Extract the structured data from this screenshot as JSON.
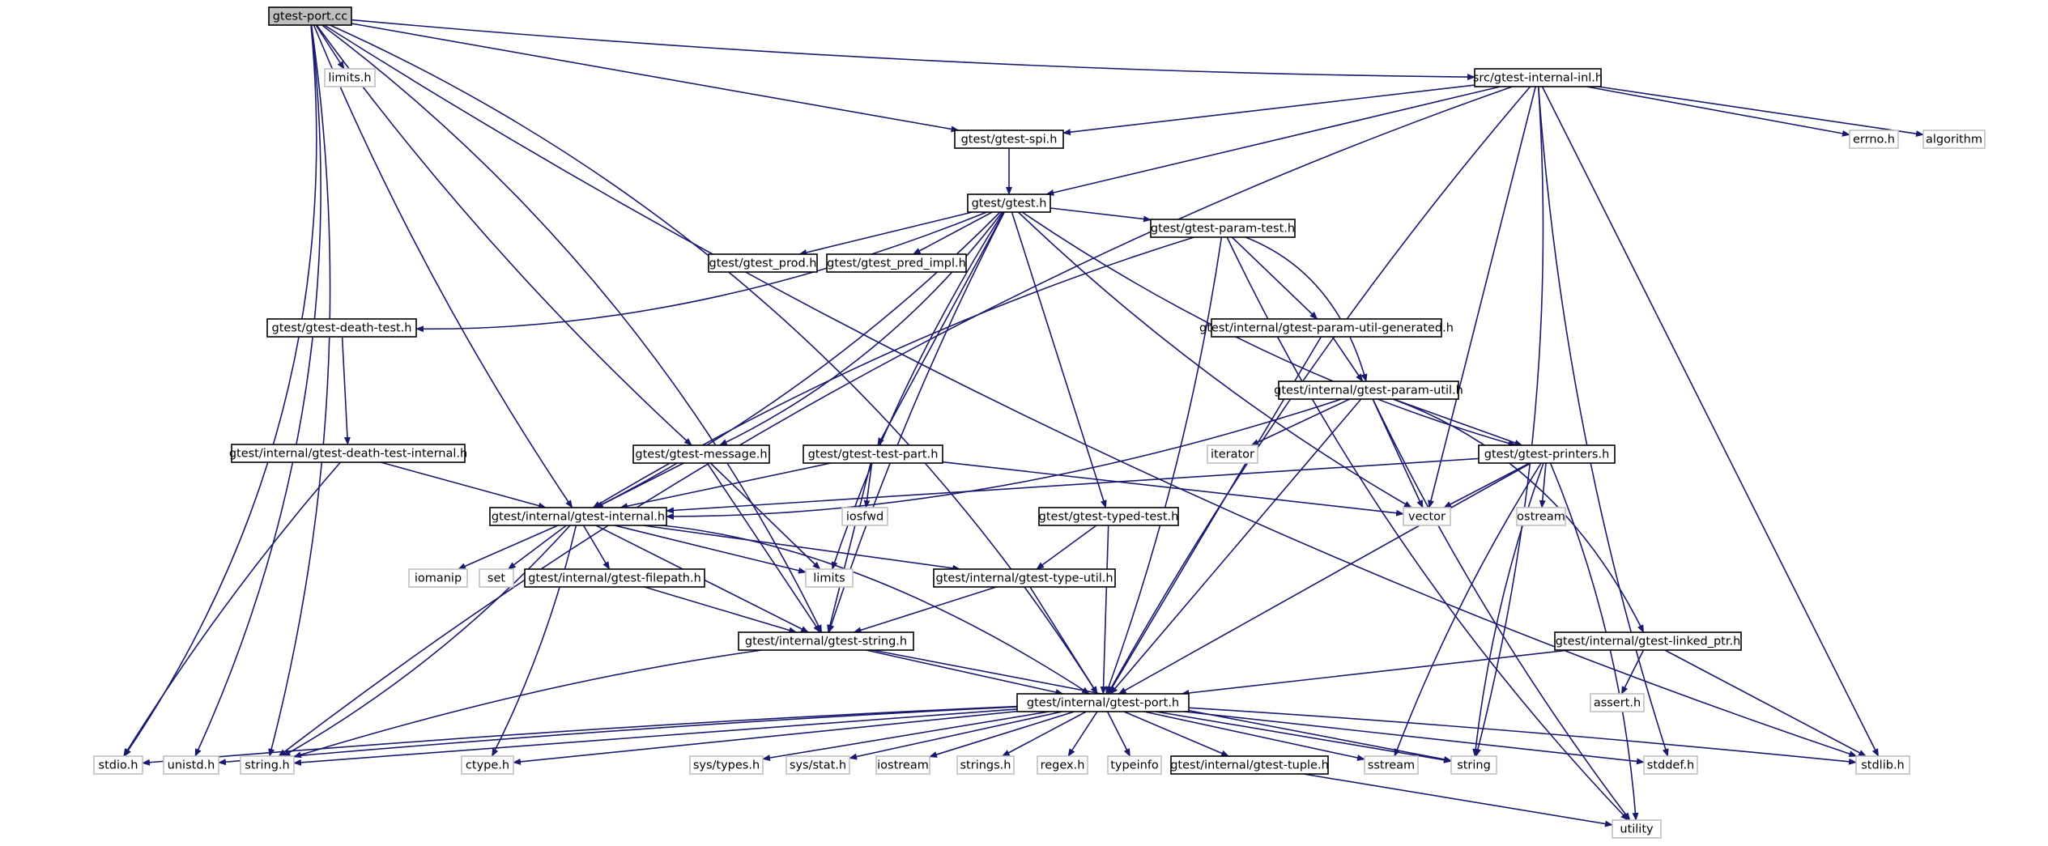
{
  "colors": {
    "edge": "#191970",
    "root_fill": "#bfbfbf",
    "root_stroke": "#000000",
    "node_fill": "#ffffff",
    "node_stroke": "#000000",
    "system_stroke": "#bfbfbf",
    "text": "#000000",
    "system_text": "#000000"
  },
  "nodes": [
    {
      "id": "gtest_port_cc",
      "label": "gtest-port.cc",
      "kind": "root"
    },
    {
      "id": "limits_h",
      "label": "limits.h",
      "kind": "system"
    },
    {
      "id": "inl_h",
      "label": "src/gtest-internal-inl.h",
      "kind": "header"
    },
    {
      "id": "spi_h",
      "label": "gtest/gtest-spi.h",
      "kind": "header"
    },
    {
      "id": "errno_h",
      "label": "errno.h",
      "kind": "system"
    },
    {
      "id": "algorithm",
      "label": "algorithm",
      "kind": "system"
    },
    {
      "id": "gtest_h",
      "label": "gtest/gtest.h",
      "kind": "header"
    },
    {
      "id": "prod_h",
      "label": "gtest/gtest_prod.h",
      "kind": "header"
    },
    {
      "id": "pred_impl_h",
      "label": "gtest/gtest_pred_impl.h",
      "kind": "header"
    },
    {
      "id": "param_test_h",
      "label": "gtest/gtest-param-test.h",
      "kind": "header"
    },
    {
      "id": "death_test_h",
      "label": "gtest/gtest-death-test.h",
      "kind": "header"
    },
    {
      "id": "param_util_gen_h",
      "label": "gtest/internal/gtest-param-util-generated.h",
      "kind": "header"
    },
    {
      "id": "param_util_h",
      "label": "gtest/internal/gtest-param-util.h",
      "kind": "header"
    },
    {
      "id": "iterator",
      "label": "iterator",
      "kind": "system"
    },
    {
      "id": "death_internal_h",
      "label": "gtest/internal/gtest-death-test-internal.h",
      "kind": "header"
    },
    {
      "id": "message_h",
      "label": "gtest/gtest-message.h",
      "kind": "header"
    },
    {
      "id": "test_part_h",
      "label": "gtest/gtest-test-part.h",
      "kind": "header"
    },
    {
      "id": "printers_h",
      "label": "gtest/gtest-printers.h",
      "kind": "header"
    },
    {
      "id": "internal_h",
      "label": "gtest/internal/gtest-internal.h",
      "kind": "header"
    },
    {
      "id": "iosfwd",
      "label": "iosfwd",
      "kind": "system"
    },
    {
      "id": "typed_test_h",
      "label": "gtest/gtest-typed-test.h",
      "kind": "header"
    },
    {
      "id": "vector",
      "label": "vector",
      "kind": "system"
    },
    {
      "id": "ostream",
      "label": "ostream",
      "kind": "system"
    },
    {
      "id": "iomanip",
      "label": "iomanip",
      "kind": "system"
    },
    {
      "id": "set",
      "label": "set",
      "kind": "system"
    },
    {
      "id": "filepath_h",
      "label": "gtest/internal/gtest-filepath.h",
      "kind": "header"
    },
    {
      "id": "limits",
      "label": "limits",
      "kind": "system"
    },
    {
      "id": "type_util_h",
      "label": "gtest/internal/gtest-type-util.h",
      "kind": "header"
    },
    {
      "id": "string_h_int",
      "label": "gtest/internal/gtest-string.h",
      "kind": "header"
    },
    {
      "id": "linked_ptr_h",
      "label": "gtest/internal/gtest-linked_ptr.h",
      "kind": "header"
    },
    {
      "id": "assert_h",
      "label": "assert.h",
      "kind": "system"
    },
    {
      "id": "port_h",
      "label": "gtest/internal/gtest-port.h",
      "kind": "header"
    },
    {
      "id": "stdio_h",
      "label": "stdio.h",
      "kind": "system"
    },
    {
      "id": "unistd_h",
      "label": "unistd.h",
      "kind": "system"
    },
    {
      "id": "string_h",
      "label": "string.h",
      "kind": "system"
    },
    {
      "id": "ctype_h",
      "label": "ctype.h",
      "kind": "system"
    },
    {
      "id": "sys_types_h",
      "label": "sys/types.h",
      "kind": "system"
    },
    {
      "id": "sys_stat_h",
      "label": "sys/stat.h",
      "kind": "system"
    },
    {
      "id": "iostream",
      "label": "iostream",
      "kind": "system"
    },
    {
      "id": "strings_h",
      "label": "strings.h",
      "kind": "system"
    },
    {
      "id": "regex_h",
      "label": "regex.h",
      "kind": "system"
    },
    {
      "id": "typeinfo",
      "label": "typeinfo",
      "kind": "system"
    },
    {
      "id": "tuple_h",
      "label": "gtest/internal/gtest-tuple.h",
      "kind": "header"
    },
    {
      "id": "sstream",
      "label": "sstream",
      "kind": "system"
    },
    {
      "id": "string",
      "label": "string",
      "kind": "system"
    },
    {
      "id": "stddef_h",
      "label": "stddef.h",
      "kind": "system"
    },
    {
      "id": "stdlib_h",
      "label": "stdlib.h",
      "kind": "system"
    },
    {
      "id": "utility",
      "label": "utility",
      "kind": "system"
    }
  ],
  "edges": [
    [
      "gtest_port_cc",
      "limits_h"
    ],
    [
      "gtest_port_cc",
      "inl_h"
    ],
    [
      "gtest_port_cc",
      "spi_h"
    ],
    [
      "gtest_port_cc",
      "message_h"
    ],
    [
      "gtest_port_cc",
      "internal_h"
    ],
    [
      "gtest_port_cc",
      "string_h_int"
    ],
    [
      "gtest_port_cc",
      "port_h"
    ],
    [
      "gtest_port_cc",
      "stdio_h"
    ],
    [
      "gtest_port_cc",
      "unistd_h"
    ],
    [
      "gtest_port_cc",
      "string_h"
    ],
    [
      "gtest_port_cc",
      "stdlib_h"
    ],
    [
      "inl_h",
      "spi_h"
    ],
    [
      "inl_h",
      "gtest_h"
    ],
    [
      "inl_h",
      "errno_h"
    ],
    [
      "inl_h",
      "algorithm"
    ],
    [
      "inl_h",
      "vector"
    ],
    [
      "inl_h",
      "port_h"
    ],
    [
      "inl_h",
      "string"
    ],
    [
      "inl_h",
      "stddef_h"
    ],
    [
      "inl_h",
      "stdlib_h"
    ],
    [
      "inl_h",
      "string_h"
    ],
    [
      "spi_h",
      "gtest_h"
    ],
    [
      "gtest_h",
      "prod_h"
    ],
    [
      "gtest_h",
      "pred_impl_h"
    ],
    [
      "gtest_h",
      "param_test_h"
    ],
    [
      "gtest_h",
      "death_test_h"
    ],
    [
      "gtest_h",
      "message_h"
    ],
    [
      "gtest_h",
      "test_part_h"
    ],
    [
      "gtest_h",
      "internal_h"
    ],
    [
      "gtest_h",
      "limits"
    ],
    [
      "gtest_h",
      "string_h_int"
    ],
    [
      "gtest_h",
      "typed_test_h"
    ],
    [
      "gtest_h",
      "vector"
    ],
    [
      "gtest_h",
      "printers_h"
    ],
    [
      "param_test_h",
      "param_util_gen_h"
    ],
    [
      "param_test_h",
      "param_util_h"
    ],
    [
      "param_test_h",
      "internal_h"
    ],
    [
      "param_test_h",
      "port_h"
    ],
    [
      "param_test_h",
      "utility"
    ],
    [
      "param_util_gen_h",
      "param_util_h"
    ],
    [
      "param_util_gen_h",
      "port_h"
    ],
    [
      "param_util_h",
      "iterator"
    ],
    [
      "param_util_h",
      "internal_h"
    ],
    [
      "param_util_h",
      "printers_h"
    ],
    [
      "param_util_h",
      "linked_ptr_h"
    ],
    [
      "param_util_h",
      "port_h"
    ],
    [
      "param_util_h",
      "vector"
    ],
    [
      "param_util_h",
      "utility"
    ],
    [
      "death_test_h",
      "death_internal_h"
    ],
    [
      "death_internal_h",
      "internal_h"
    ],
    [
      "death_internal_h",
      "stdio_h"
    ],
    [
      "message_h",
      "internal_h"
    ],
    [
      "message_h",
      "limits"
    ],
    [
      "message_h",
      "string_h_int"
    ],
    [
      "test_part_h",
      "internal_h"
    ],
    [
      "test_part_h",
      "iosfwd"
    ],
    [
      "test_part_h",
      "string_h_int"
    ],
    [
      "test_part_h",
      "vector"
    ],
    [
      "printers_h",
      "internal_h"
    ],
    [
      "printers_h",
      "vector"
    ],
    [
      "printers_h",
      "ostream"
    ],
    [
      "printers_h",
      "port_h"
    ],
    [
      "printers_h",
      "sstream"
    ],
    [
      "printers_h",
      "string"
    ],
    [
      "printers_h",
      "utility"
    ],
    [
      "internal_h",
      "iomanip"
    ],
    [
      "internal_h",
      "set"
    ],
    [
      "internal_h",
      "filepath_h"
    ],
    [
      "internal_h",
      "limits"
    ],
    [
      "internal_h",
      "type_util_h"
    ],
    [
      "internal_h",
      "string_h_int"
    ],
    [
      "internal_h",
      "port_h"
    ],
    [
      "internal_h",
      "ctype_h"
    ],
    [
      "internal_h",
      "string_h"
    ],
    [
      "typed_test_h",
      "type_util_h"
    ],
    [
      "typed_test_h",
      "port_h"
    ],
    [
      "filepath_h",
      "string_h_int"
    ],
    [
      "type_util_h",
      "string_h_int"
    ],
    [
      "type_util_h",
      "port_h"
    ],
    [
      "string_h_int",
      "port_h"
    ],
    [
      "string_h_int",
      "string_h"
    ],
    [
      "string_h_int",
      "string"
    ],
    [
      "linked_ptr_h",
      "assert_h"
    ],
    [
      "linked_ptr_h",
      "port_h"
    ],
    [
      "linked_ptr_h",
      "stdlib_h"
    ],
    [
      "port_h",
      "stdio_h"
    ],
    [
      "port_h",
      "unistd_h"
    ],
    [
      "port_h",
      "string_h"
    ],
    [
      "port_h",
      "ctype_h"
    ],
    [
      "port_h",
      "sys_types_h"
    ],
    [
      "port_h",
      "sys_stat_h"
    ],
    [
      "port_h",
      "iostream"
    ],
    [
      "port_h",
      "strings_h"
    ],
    [
      "port_h",
      "regex_h"
    ],
    [
      "port_h",
      "typeinfo"
    ],
    [
      "port_h",
      "tuple_h"
    ],
    [
      "port_h",
      "sstream"
    ],
    [
      "port_h",
      "string"
    ],
    [
      "port_h",
      "stddef_h"
    ],
    [
      "port_h",
      "stdlib_h"
    ],
    [
      "tuple_h",
      "utility"
    ]
  ]
}
